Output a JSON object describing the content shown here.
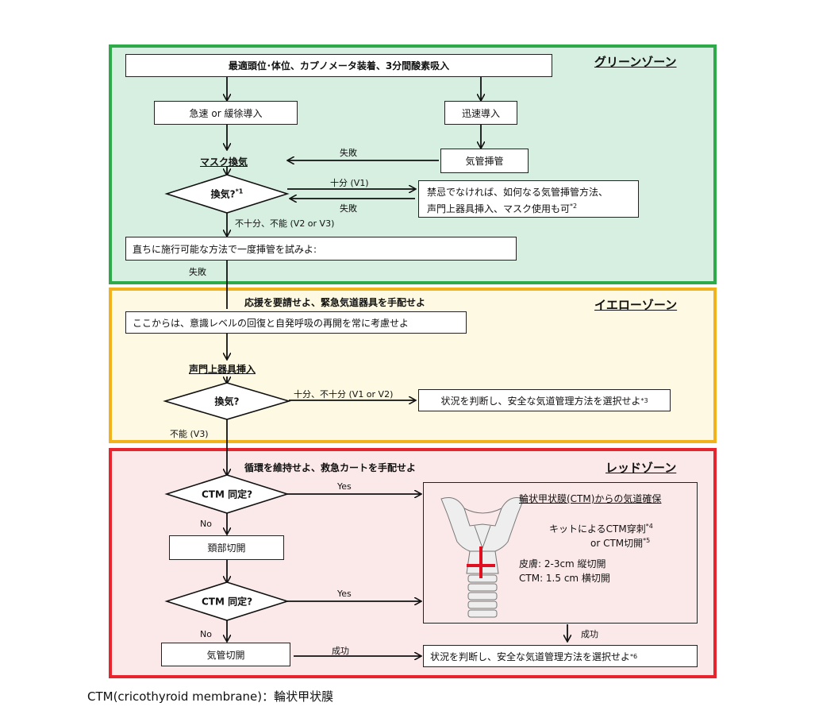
{
  "zones": {
    "green": {
      "title": "グリーンゾーン"
    },
    "yellow": {
      "title": "イエローゾーン"
    },
    "red": {
      "title": "レッドゾーン"
    }
  },
  "green": {
    "top_box": "最適頭位･体位、カプノメータ装着、3分間酸素吸入",
    "left_box": "急速 or 緩徐導入",
    "right_box": "迅速導入",
    "intubation_box": "気管挿管",
    "fail_label_1": "失敗",
    "mask_label": "マスク換気",
    "diamond": {
      "text": "換気?",
      "note": "*1"
    },
    "sufficient_label": "十分 (V1)",
    "fail_label_2": "失敗",
    "right_info": {
      "line1": "禁忌でなければ、如何なる気管挿管方法、",
      "line2": "声門上器具挿入、マスク使用も可",
      "note": "*2"
    },
    "insufficient_label": "不十分、不能 (V2 or V3)",
    "try_box": "直ちに施行可能な方法で一度挿管を試みよ:",
    "fail_label_3": "失敗"
  },
  "yellow": {
    "call_help": "応援を要請せよ、緊急気道器具を手配せよ",
    "consider_box": "ここからは、意識レベルの回復と自発呼吸の再開を常に考慮せよ",
    "sga_label": "声門上器具挿入",
    "diamond": "換気?",
    "ok_label": "十分、不十分 (V1 or V2)",
    "judge_box": {
      "text": "状況を判断し、安全な気道管理方法を選択せよ",
      "note": "*3"
    },
    "unable_label": "不能 (V3)"
  },
  "red": {
    "circulation": "循環を維持せよ、救急カートを手配せよ",
    "diamond1": "CTM 同定?",
    "yes1": "Yes",
    "no1": "No",
    "neck_box": "頚部切開",
    "diamond2": "CTM 同定?",
    "yes2": "Yes",
    "no2": "No",
    "trach_box": "気管切開",
    "success_label_1": "成功",
    "ctm_panel": {
      "title": "輪状甲状膜(CTM)からの気道確保",
      "line1": "キットによるCTM穿刺",
      "line1_note": "*4",
      "line2": "or CTM切開",
      "line2_note": "*5",
      "line3": "皮膚: 2-3cm  縦切開",
      "line4": "CTM: 1.5 cm  横切開",
      "figure_icon": "larynx-anatomy-illustration"
    },
    "success_label_2": "成功",
    "final_box": {
      "text": "状況を判断し、安全な気道管理方法を選択せよ",
      "note": "*6"
    }
  },
  "footnote": "CTM(cricothyroid membrane)：輪状甲状膜",
  "colors": {
    "green": "#2eaa4a",
    "yellow": "#f2b21d",
    "red": "#e8242f",
    "cross": "#e01020"
  }
}
